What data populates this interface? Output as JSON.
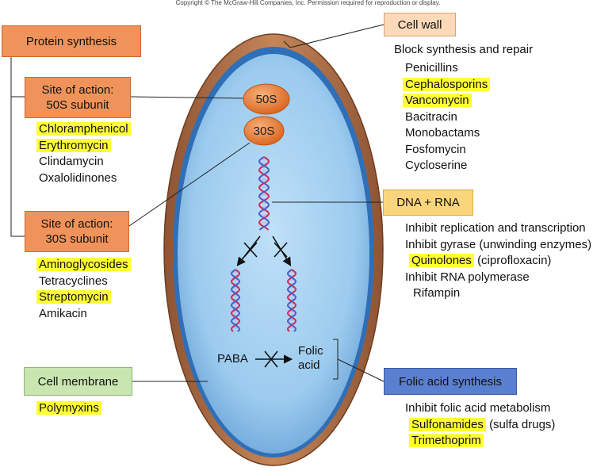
{
  "copyright": "Copyright © The McGraw-Hill Companies, Inc. Permission required for reproduction or display.",
  "labels": {
    "protein_synthesis": "Protein synthesis",
    "site_50s": [
      "Site of action:",
      "50S subunit"
    ],
    "site_30s": [
      "Site of action:",
      "30S subunit"
    ],
    "cell_membrane": "Cell membrane",
    "cell_wall": "Cell wall",
    "dna_rna": "DNA + RNA",
    "folic_acid_synthesis": "Folic acid synthesis",
    "ribosome_50s": "50S",
    "ribosome_30s": "30S",
    "paba": "PABA",
    "folic_acid": [
      "Folic",
      "acid"
    ]
  },
  "drugs_50s": [
    {
      "text": "Chloramphenicol",
      "highlight": true
    },
    {
      "text": "Erythromycin",
      "highlight": true
    },
    {
      "text": "Clindamycin",
      "highlight": false
    },
    {
      "text": "Oxalolidinones",
      "highlight": false
    }
  ],
  "drugs_30s": [
    {
      "text": "Aminoglycosides",
      "highlight": true
    },
    {
      "text": "Tetracyclines",
      "highlight": false
    },
    {
      "text": "Streptomycin",
      "highlight": true
    },
    {
      "text": "Amikacin",
      "highlight": false
    }
  ],
  "drugs_membrane": [
    {
      "text": "Polymyxins",
      "highlight": true
    }
  ],
  "cell_wall_info": {
    "heading": "Block synthesis and repair",
    "drugs": [
      {
        "text": "Penicillins",
        "highlight": false
      },
      {
        "text": "Cephalosporins",
        "highlight": true
      },
      {
        "text": "Vancomycin",
        "highlight": true
      },
      {
        "text": "Bacitracin",
        "highlight": false
      },
      {
        "text": "Monobactams",
        "highlight": false
      },
      {
        "text": "Fosfomycin",
        "highlight": false
      },
      {
        "text": "Cycloserine",
        "highlight": false
      }
    ]
  },
  "dna_info": {
    "line1": "Inhibit replication and transcription",
    "line2": "Inhibit gyrase (unwinding enzymes)",
    "quinolones": "Quinolones",
    "quinolones_note": "(ciprofloxacin)",
    "line4": "Inhibit RNA polymerase",
    "rifampin": "Rifampin"
  },
  "folic_info": {
    "heading": "Inhibit folic acid metabolism",
    "sulfonamides": "Sulfonamides",
    "sulfonamides_note": "(sulfa drugs)",
    "trimethoprim": "Trimethoprim"
  },
  "colors": {
    "highlight": "#ffff33",
    "cell_wall": "#b8754a",
    "cytoplasm": "#8fc4ee",
    "ribosome": "#e9762b",
    "category_orange": "#f0935a",
    "dna_yellow": "#fbd57c",
    "membrane_green": "#c9e6b0",
    "folic_blue": "#5b7fd0"
  }
}
